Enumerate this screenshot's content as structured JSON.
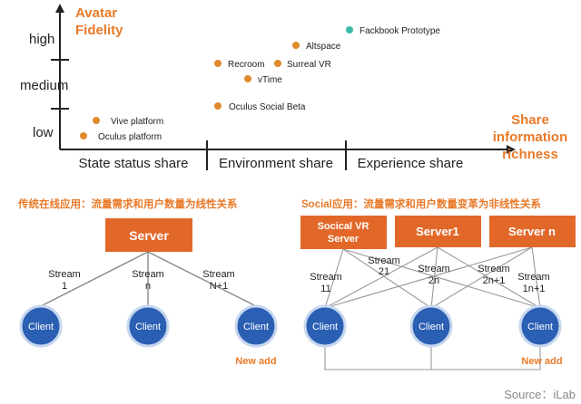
{
  "top_chart": {
    "y_axis_title_line1": "Avatar",
    "y_axis_title_line2": "Fidelity",
    "x_axis_title_line1": "Share",
    "x_axis_title_line2": "information",
    "x_axis_title_line3": "richness",
    "y_levels": [
      "high",
      "medium",
      "low"
    ],
    "x_categories": [
      "State status share",
      "Environment share",
      "Experience share"
    ],
    "points": [
      {
        "label": "Fackbook Prototype",
        "color": "#3bb8a8"
      },
      {
        "label": "Altspace",
        "color": "#e08a2e"
      },
      {
        "label": "Recroom",
        "color": "#e08a2e"
      },
      {
        "label": "Surreal VR",
        "color": "#e08a2e"
      },
      {
        "label": "vTime",
        "color": "#e08a2e"
      },
      {
        "label": "Oculus Social Beta",
        "color": "#e08a2e"
      },
      {
        "label": "Vive platform",
        "color": "#e08a2e"
      },
      {
        "label": "Oculus platform",
        "color": "#e08a2e"
      }
    ]
  },
  "left_diagram": {
    "title": "传统在线应用：流量需求和用户数量为线性关系",
    "server": "Server",
    "streams": [
      {
        "line1": "Stream",
        "line2": "1"
      },
      {
        "line1": "Stream",
        "line2": "n"
      },
      {
        "line1": "Stream",
        "line2": "N+1"
      }
    ],
    "clients": [
      "Client",
      "Client",
      "Client"
    ],
    "new_add": "New add"
  },
  "right_diagram": {
    "title": "Social应用：流量需求和用户数量变革为非线性关系",
    "servers": [
      {
        "line1": "Socical VR",
        "line2": "Server"
      },
      {
        "line1": "Server1",
        "line2": ""
      },
      {
        "line1": "Server n",
        "line2": ""
      }
    ],
    "streams": [
      {
        "line1": "Stream",
        "line2": "11"
      },
      {
        "line1": "Stream",
        "line2": "21"
      },
      {
        "line1": "Stream",
        "line2": "2n"
      },
      {
        "line1": "Stream",
        "line2": "2n+1"
      },
      {
        "line1": "Stream",
        "line2": "1n+1"
      }
    ],
    "clients": [
      "Client",
      "Client",
      "Client"
    ],
    "new_add": "New add"
  },
  "footer": {
    "source": "Source：iLab"
  },
  "colors": {
    "accent_orange": "#e87a2a",
    "server_box": "#e2682a",
    "client_blue": "#2b5fb3"
  }
}
